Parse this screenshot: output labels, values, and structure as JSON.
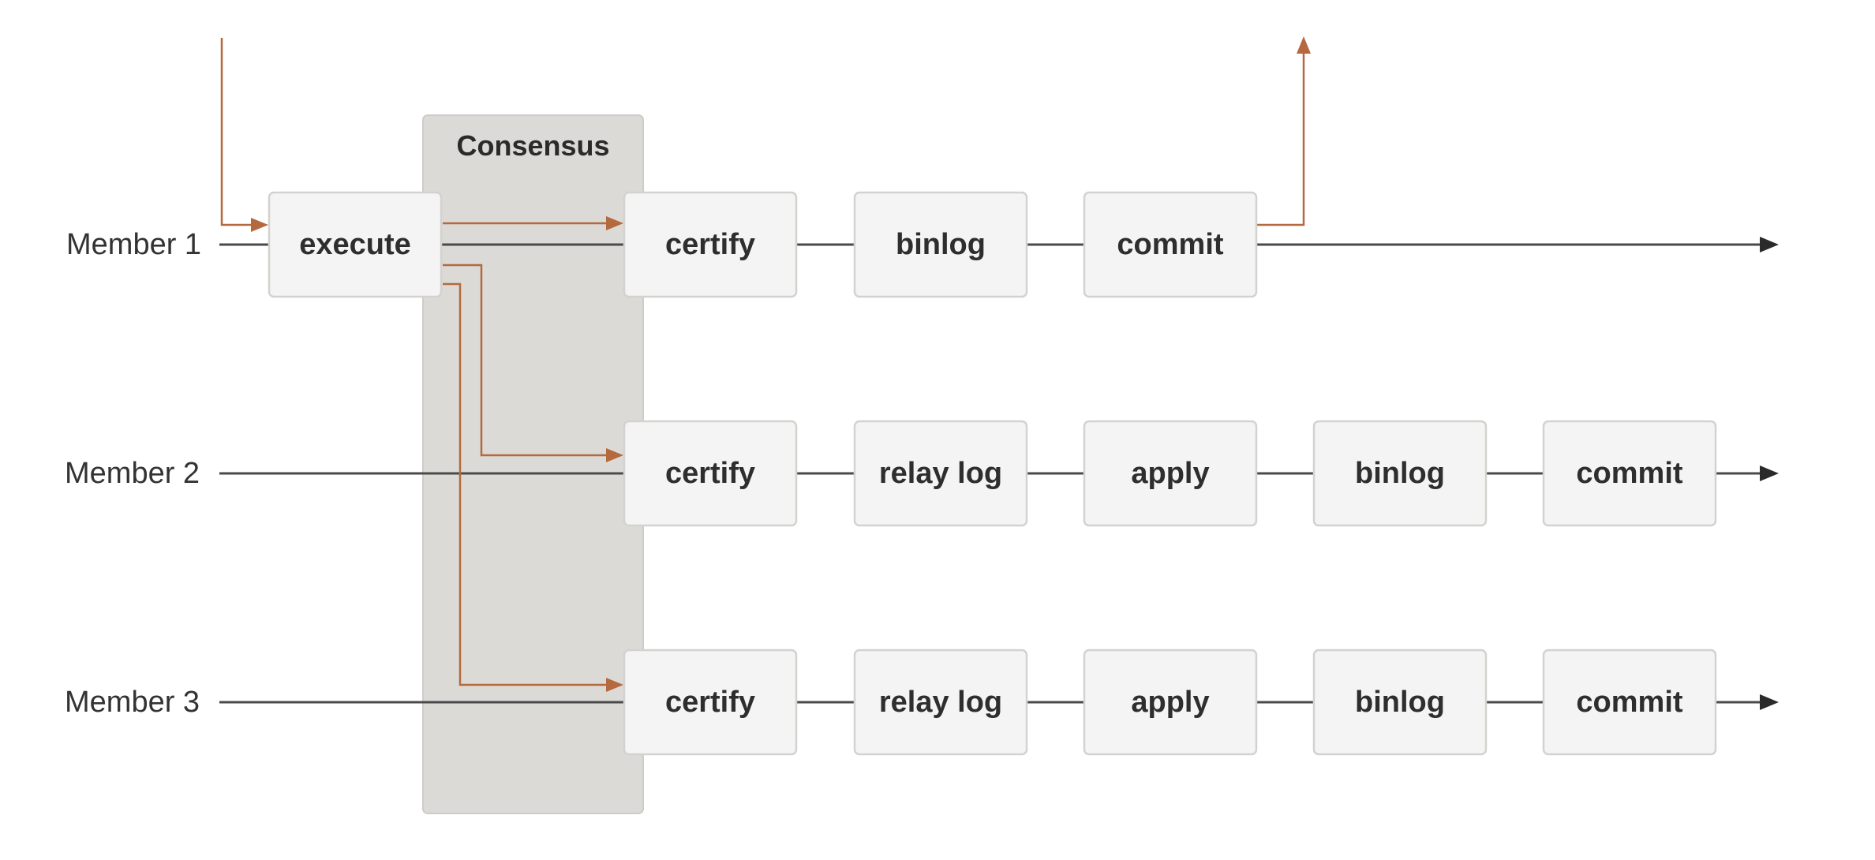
{
  "consensus": {
    "title": "Consensus"
  },
  "colors": {
    "flow": "#b4693e",
    "timeline": "#4a4a4a",
    "consensus_fill": "#dcdad7",
    "box_fill": "#f4f4f4"
  },
  "members": [
    {
      "label": "Member 1",
      "steps": [
        "execute",
        "certify",
        "binlog",
        "commit"
      ]
    },
    {
      "label": "Member 2",
      "steps": [
        "certify",
        "relay log",
        "apply",
        "binlog",
        "commit"
      ]
    },
    {
      "label": "Member 3",
      "steps": [
        "certify",
        "relay log",
        "apply",
        "binlog",
        "commit"
      ]
    }
  ]
}
